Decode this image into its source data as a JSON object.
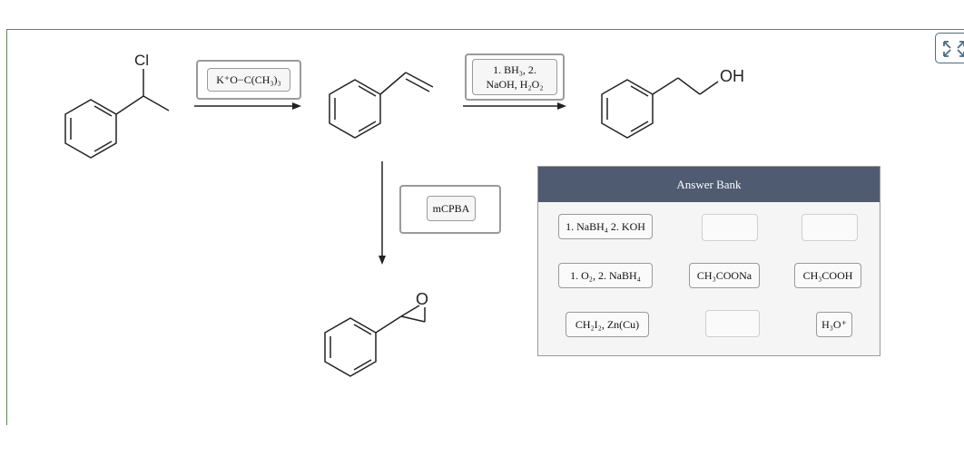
{
  "molecules": {
    "start_label": "Cl",
    "alcohol_label": "OH",
    "epoxide_label": "O"
  },
  "steps": {
    "step1_reagent": "K⁺O−C(CH₃)₃",
    "step2_reagent_line1": "1. BH₃, 2.",
    "step2_reagent_line2": "NaOH, H₂O₂",
    "step3_reagent": "mCPBA"
  },
  "answer_bank": {
    "title": "Answer Bank",
    "items": [
      "1. NaBH₄ 2. KOH",
      "1. O₂, 2. NaBH₄",
      "CH₃COONa",
      "CH₃COOH",
      "CH₂I₂, Zn(Cu)",
      "H₃O⁺"
    ]
  },
  "colors": {
    "frame": "#5c8a4e",
    "bank_header": "#4f5b70",
    "expand_icon": "#4e6d80"
  },
  "icons": {
    "expand": "expand-arrows-icon"
  }
}
